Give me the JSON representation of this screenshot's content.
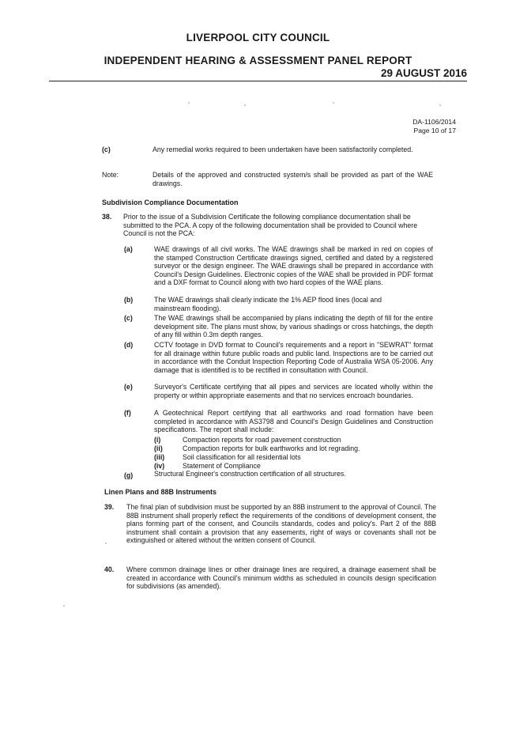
{
  "header": {
    "council": "LIVERPOOL CITY COUNCIL",
    "report_title": "INDEPENDENT HEARING & ASSESSMENT PANEL REPORT",
    "date": "29 AUGUST 2016"
  },
  "page_ref": {
    "da_number": "DA-1106/2014",
    "page": "Page 10 of 17"
  },
  "top_items": [
    {
      "tag": "(c)",
      "text": "Any remedial works required to been undertaken have been satisfactorily completed."
    },
    {
      "tag": "Note:",
      "text": "Details of the approved and constructed system/s shall be provided as part of the WAE drawings."
    }
  ],
  "section1": {
    "heading": "Subdivision Compliance Documentation",
    "num": "38.",
    "intro": "Prior to the issue of a Subdivision Certificate the following compliance documentation shall be submitted to the PCA. A copy of the following documentation shall be provided to Council where Council is not the PCA:",
    "items": [
      {
        "tag": "(a)",
        "text": "WAE drawings of all civil works. The WAE drawings shall be marked in red on copies of the stamped Construction Certificate drawings signed, certified and dated by a registered surveyor or the design engineer. The WAE drawings shall be prepared in accordance with Council's Design Guidelines. Electronic copies of the WAE shall be provided in PDF format and a DXF format to Council along with two hard copies of the WAE plans."
      },
      {
        "tag": "(b)",
        "text": "The WAE drawings shall clearly indicate the 1% AEP flood lines (local and mainstream flooding)."
      },
      {
        "tag": "(c)",
        "text": "The WAE drawings shall be accompanied by plans indicating the depth of fill for the entire development site. The plans must show, by various shadings or cross hatchings, the depth of any fill within 0.3m depth ranges."
      },
      {
        "tag": "(d)",
        "text": "CCTV footage in DVD format to Council's requirements and a report in \"SEWRAT\" format for all drainage within future public roads and public land. Inspections are to be carried out in accordance with the Conduit Inspection Reporting Code of Australia WSA 05-2006. Any damage that is identified is to be rectified in consultation with Council."
      },
      {
        "tag": "(e)",
        "text": "Surveyor's Certificate certifying that all pipes and services are located wholly within the property or within appropriate easements and that no services encroach boundaries."
      },
      {
        "tag": "(f)",
        "text": "A Geotechnical Report certifying that all earthworks and road formation have been completed in accordance with AS3798 and Council's Design Guidelines and Construction specifications. The report shall include:"
      },
      {
        "tag": "(g)",
        "text": "Structural Engineer's construction certification of all structures."
      }
    ],
    "subitems": [
      {
        "tag": "(i)",
        "text": "Compaction reports for road pavement construction"
      },
      {
        "tag": "(ii)",
        "text": "Compaction reports for bulk earthworks and lot regrading."
      },
      {
        "tag": "(iii)",
        "text": "Soil classification for all residential lots"
      },
      {
        "tag": "(iv)",
        "text": "Statement of Compliance"
      }
    ]
  },
  "section2": {
    "heading": "Linen Plans and 88B Instruments",
    "items": [
      {
        "num": "39.",
        "text": "The final plan of subdivision must be supported by an 88B instrument to the approval of Council. The 88B instrument shall properly reflect the requirements of the conditions of development consent, the plans forming part of the consent, and Councils standards, codes and policy's. Part 2 of the 88B instrument shall contain a provision that any easements, right of ways or covenants shall not be extinguished or altered without the written consent of Council."
      },
      {
        "num": "40.",
        "text": "Where common drainage lines or other drainage lines are required, a drainage easement shall be created in accordance with Council's minimum widths as scheduled in councils design specification for subdivisions (as amended)."
      }
    ]
  }
}
